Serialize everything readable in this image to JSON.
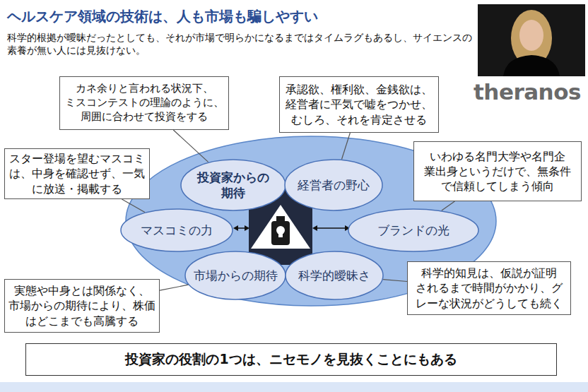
{
  "diagram": {
    "title": "ヘルスケア領域の技術は、人も市場も騙しやすい",
    "nodes": [
      {
        "text": [
          "カネ余りと言われる状況下、 ミスコンテストの理論のように、 周囲に合わせて投資をする"
        ]
      },
      {
        "text": [
          "承認欲、権利欲、金銭欲は、 経営者に平気で嘘をつかせ、 むしろ、それを肯定させる"
        ]
      },
      {
        "text": [
          "スター登場を望むマスコミ は、中身を確認せず、一気 に放送・掲載する"
        ]
      },
      {
        "text": [
          "投資家からの 期待"
        ]
      },
      {
        "text": [
          "経営者の野心"
        ]
      },
      {
        "text": [
          "いわゆる名門大学や名門企 業出身というだけで、無条件 で信頼してしまう傾向"
        ]
      },
      {
        "text": [
          "マスコミの力"
        ]
      },
      {
        "text": [
          "ブランドの光"
        ]
      },
      {
        "text": [
          "市場からの期待"
        ]
      },
      {
        "text": [
          "科学的曖昧さ"
        ]
      },
      {
        "text": [
          "実態や中身とは関係なく、 市場からの期待により、株価 はどこまでも高騰する"
        ]
      },
      {
        "text": [
          "科学的知見は、仮説が証明 されるまで時間がかかり、グ レーな状況がどうしても続く"
        ]
      },
      {
        "text": [
          "投資家の役割の1つは、ニセモノを見抜くことにもある"
        ]
      }
    ],
    "edges": [
      {
        "from": 0,
        "to": 3,
        "arrow": "none"
      },
      {
        "from": 1,
        "to": 4,
        "arrow": "none"
      },
      {
        "from": 2,
        "to": 6,
        "arrow": "none"
      },
      {
        "from": 5,
        "to": 7,
        "arrow": "none"
      },
      {
        "from": 10,
        "to": 8,
        "arrow": "none"
      },
      {
        "from": 11,
        "to": 9,
        "arrow": "none"
      }
    ],
    "labels": [
      "科学的根拠が曖昧だったとしても、それが市場で明らかになるまではタイムラグもあるし、サイエンスの 素養が無い人には見抜けない。",
      "theranos"
    ]
  }
}
